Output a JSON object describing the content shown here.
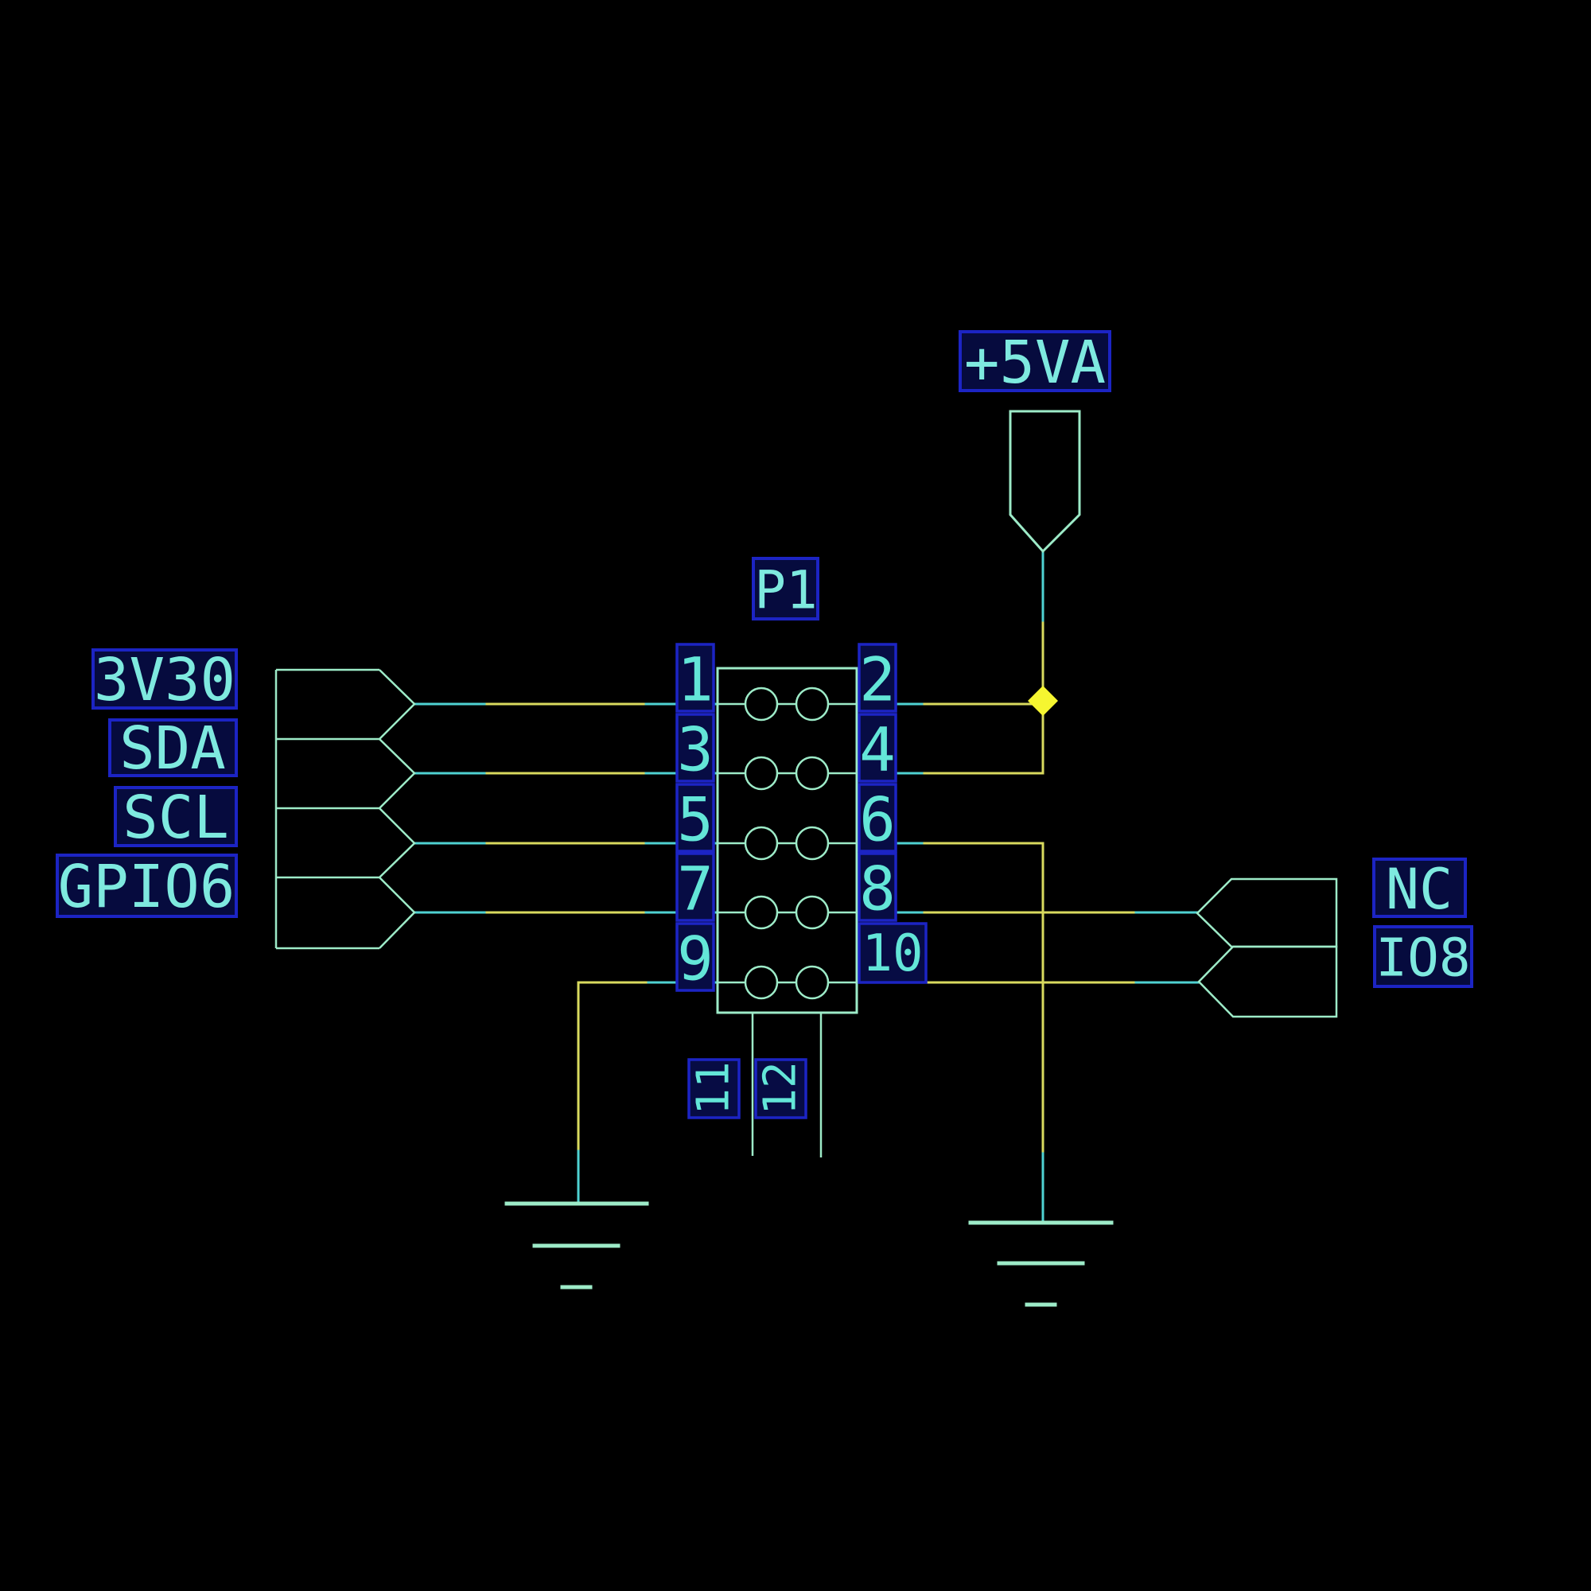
{
  "colors": {
    "bg": "#000000",
    "symbol": "#9debc8",
    "wire-cyan": "#4fd2d2",
    "wire-yellow": "#d9da5e",
    "junction": "#f6f630",
    "label-border": "#1c24c4",
    "label-fill": "#060b3e",
    "pinbox-fill": "#070c44",
    "text-cyan": "#7ee9df",
    "digit-cyan": "#63e6d8"
  },
  "power": {
    "label": "+5VA"
  },
  "connector": {
    "designator": "P1",
    "left_pin_numbers": [
      "1",
      "3",
      "5",
      "7",
      "9"
    ],
    "right_pin_numbers": [
      "2",
      "4",
      "6",
      "8",
      "10"
    ],
    "bottom_pin_numbers": [
      "11",
      "12"
    ]
  },
  "net_labels": {
    "left": [
      "3V30",
      "SDA",
      "SCL",
      "GPIO6"
    ],
    "right": [
      "NC",
      "IO8"
    ]
  }
}
